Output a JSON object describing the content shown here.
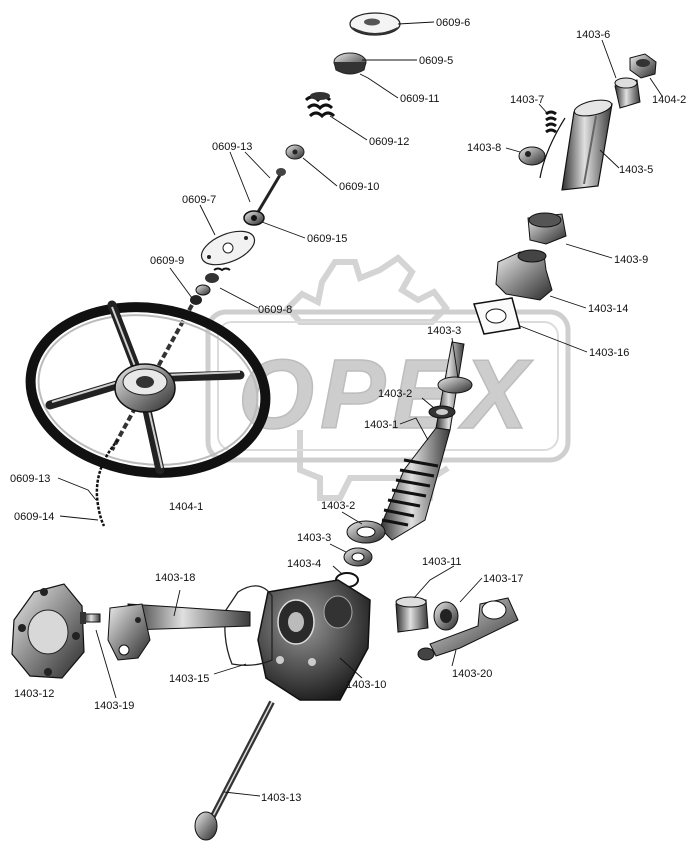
{
  "watermark": {
    "text": "OPEX",
    "color": "#c8c8c8"
  },
  "labels": {
    "l0609_6": "0609-6",
    "l0609_5": "0609-5",
    "l0609_11": "0609-11",
    "l0609_12": "0609-12",
    "l0609_13a": "0609-13",
    "l0609_10": "0609-10",
    "l0609_7": "0609-7",
    "l0609_15": "0609-15",
    "l0609_9": "0609-9",
    "l0609_8": "0609-8",
    "l0609_13b": "0609-13",
    "l0609_14": "0609-14",
    "l1404_1": "1404-1",
    "l1403_6": "1403-6",
    "l1404_2": "1404-2",
    "l1403_7": "1403-7",
    "l1403_8": "1403-8",
    "l1403_5": "1403-5",
    "l1403_9": "1403-9",
    "l1403_14": "1403-14",
    "l1403_16": "1403-16",
    "l1403_3a": "1403-3",
    "l1403_2a": "1403-2",
    "l1403_1": "1403-1",
    "l1403_2b": "1403-2",
    "l1403_3b": "1403-3",
    "l1403_4": "1403-4",
    "l1403_11": "1403-11",
    "l1403_17": "1403-17",
    "l1403_18": "1403-18",
    "l1403_15": "1403-15",
    "l1403_10": "1403-10",
    "l1403_20": "1403-20",
    "l1403_12": "1403-12",
    "l1403_19": "1403-19",
    "l1403_13": "1403-13"
  }
}
